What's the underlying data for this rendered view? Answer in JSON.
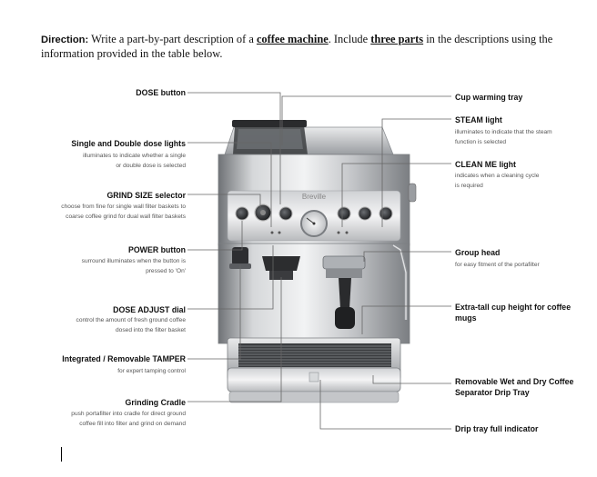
{
  "direction": {
    "label": "Direction:",
    "text_1": " Write a part-by-part description of a ",
    "emphasis_1": "coffee machine",
    "text_2": ". Include ",
    "emphasis_2": "three parts",
    "text_3": " in the descriptions using the information provided in the table below."
  },
  "machine": {
    "brand_text": "Breville"
  },
  "callouts_left": [
    {
      "label": "DOSE button",
      "desc": []
    },
    {
      "label": "Single and Double dose lights",
      "desc": [
        "illuminates to indicate whether a single",
        "or double dose is selected"
      ]
    },
    {
      "label": "GRIND SIZE selector",
      "desc": [
        "choose from fine for single wall filter baskets to",
        "coarse coffee grind for dual wall filter baskets"
      ]
    },
    {
      "label": "POWER button",
      "desc": [
        "surround illuminates when the button is",
        "pressed to 'On'"
      ]
    },
    {
      "label": "DOSE ADJUST dial",
      "desc": [
        "control the amount of fresh ground coffee",
        "dosed into the filter basket"
      ]
    },
    {
      "label": "Integrated / Removable TAMPER",
      "desc": [
        "for expert tamping control"
      ]
    },
    {
      "label": "Grinding Cradle",
      "desc": [
        "push portafilter into cradle for direct ground",
        "coffee fill into filter and grind on demand"
      ]
    }
  ],
  "callouts_right": [
    {
      "label": "Cup warming tray",
      "desc": []
    },
    {
      "label": "STEAM light",
      "desc": [
        "illuminates to indicate that the steam",
        "function is selected"
      ]
    },
    {
      "label": "CLEAN ME light",
      "desc": [
        "indicates when a cleaning cycle",
        "is required"
      ]
    },
    {
      "label": "Group head",
      "desc": [
        "for easy fitment of the portafilter"
      ]
    },
    {
      "label": "Extra-tall cup height for coffee mugs",
      "desc": []
    },
    {
      "label": "Removable Wet and Dry Coffee Separator Drip Tray",
      "desc": []
    },
    {
      "label": "Drip tray full indicator",
      "desc": []
    }
  ]
}
